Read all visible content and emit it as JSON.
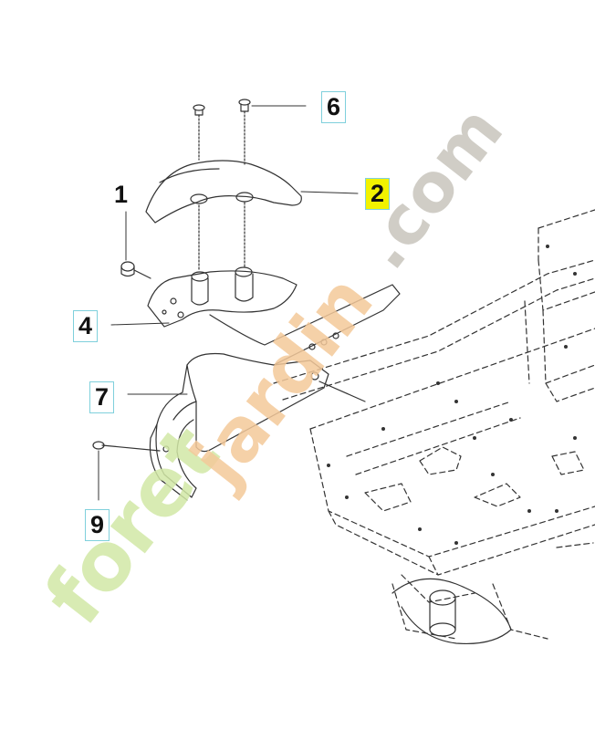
{
  "callouts": {
    "c1": "1",
    "c2": "2",
    "c4": "4",
    "c6": "6",
    "c7": "7",
    "c9": "9"
  },
  "watermark": {
    "part1": "foret",
    "part2": "jardin",
    "part3": ".com",
    "color1": "#d2e8a6",
    "color2": "#f4c99a",
    "color3": "#c8c5bd"
  },
  "colors": {
    "highlight": "#f2f200",
    "box_border": "#7fd0dc",
    "line": "#333333"
  }
}
